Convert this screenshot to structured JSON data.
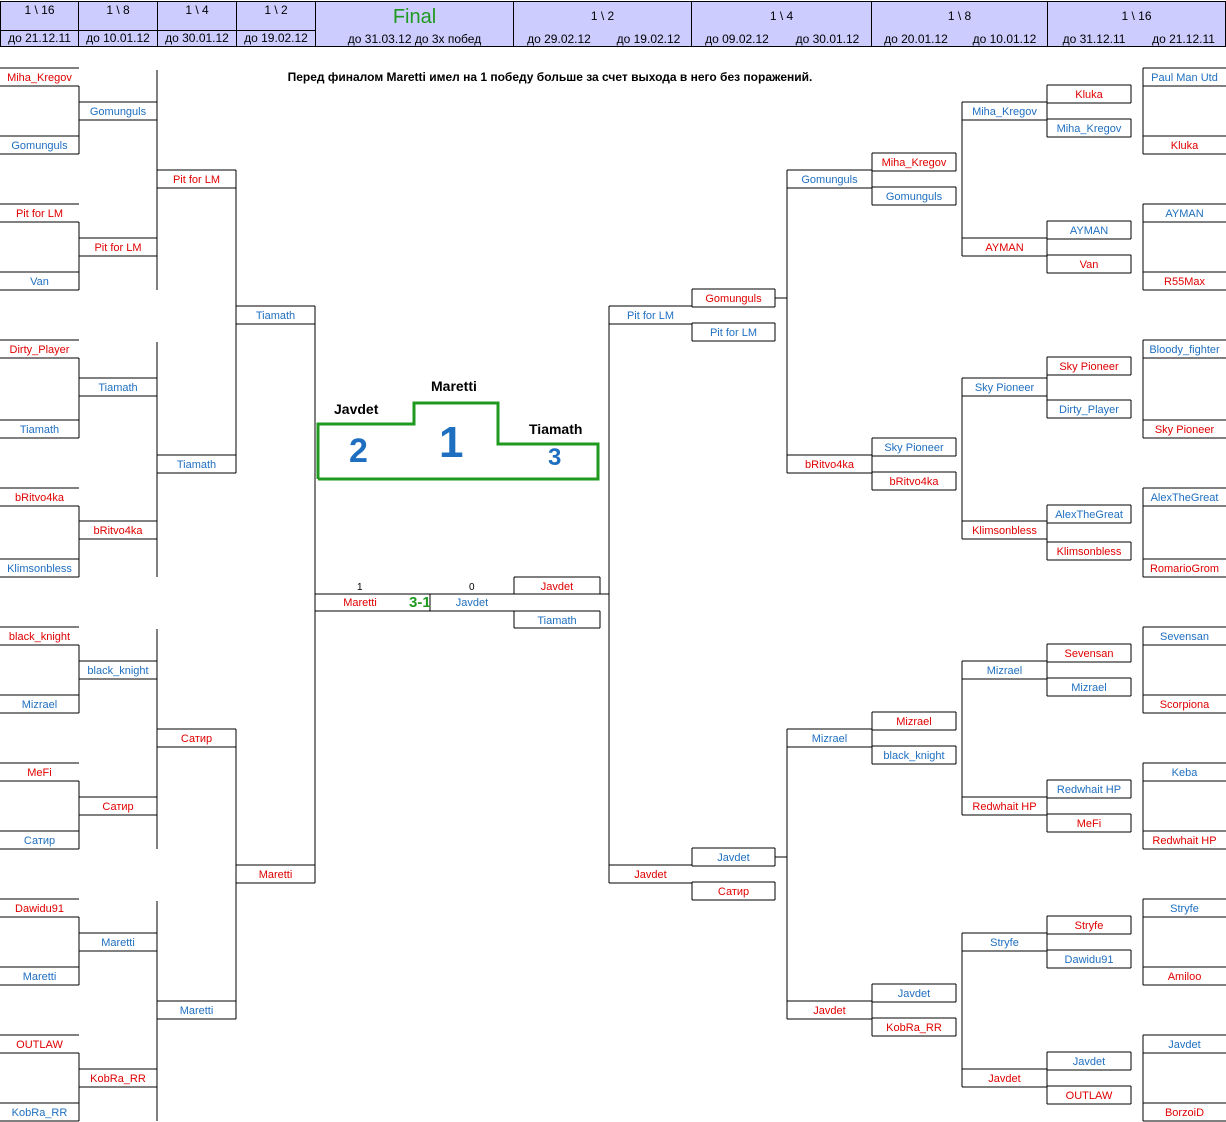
{
  "header": {
    "left_rounds": [
      {
        "round": "1 \\ 16",
        "date": "до 21.12.11"
      },
      {
        "round": "1 \\ 8",
        "date": "до 10.01.12"
      },
      {
        "round": "1 \\ 4",
        "date": "до 30.01.12"
      },
      {
        "round": "1 \\ 2",
        "date": "до 19.02.12"
      }
    ],
    "final": {
      "title": "Final",
      "date": "до 31.03.12 до 3х побед"
    },
    "right_rounds": [
      {
        "round": "1 \\ 2",
        "dates": [
          "до 29.02.12",
          "до 19.02.12"
        ]
      },
      {
        "round": "1 \\ 4",
        "dates": [
          "до 09.02.12",
          "до 30.01.12"
        ]
      },
      {
        "round": "1 \\ 8",
        "dates": [
          "до 20.01.12",
          "до 10.01.12"
        ]
      },
      {
        "round": "1 \\ 16",
        "dates": [
          "до 31.12.11",
          "до 21.12.11"
        ]
      }
    ]
  },
  "note": "Перед финалом Maretti имел на 1 победу больше за счет выхода в него без поражений.",
  "podium": {
    "first": {
      "name": "Maretti",
      "place": "1"
    },
    "second": {
      "name": "Javdet",
      "place": "2"
    },
    "third": {
      "name": "Tiamath",
      "place": "3"
    }
  },
  "final_match": {
    "left_player": "Maretti",
    "left_score": "1",
    "right_player": "Javdet",
    "right_score": "0",
    "result": "3-1"
  },
  "third_place_match": {
    "top": "Javdet",
    "bottom": "Tiamath"
  },
  "left_bracket": {
    "r16": [
      "Miha_Kregov",
      "Gomunguls",
      "Pit for LM",
      "Van",
      "Dirty_Player",
      "Tiamath",
      "bRitvo4ka",
      "Klimsonbless",
      "black_knight",
      "Mizrael",
      "MeFi",
      "Сатир",
      "Dawidu91",
      "Maretti",
      "OUTLAW",
      "KobRa_RR"
    ],
    "r8": [
      "Gomunguls",
      "Pit for LM",
      "Tiamath",
      "bRitvo4ka",
      "black_knight",
      "Сатир",
      "Maretti",
      "KobRa_RR"
    ],
    "r4": [
      "Pit for LM",
      "Tiamath",
      "Сатир",
      "Maretti"
    ],
    "r2": [
      "Tiamath",
      "Maretti"
    ]
  },
  "right_bracket": {
    "r16": [
      "Paul Man Utd",
      "Kluka",
      "AYMAN",
      "R55Max",
      "Bloody_fighter",
      "Sky Pioneer",
      "AlexTheGreat",
      "RomarioGrom",
      "Sevensan",
      "Scorpiona",
      "Keba",
      "Redwhait HP",
      "Stryfe",
      "Amiloo",
      "Javdet",
      "BorzoiD"
    ],
    "r8w": [
      "Kluka",
      "Miha_Kregov",
      "AYMAN",
      "Van",
      "Sky Pioneer",
      "Dirty_Player",
      "AlexTheGreat",
      "Klimsonbless",
      "Sevensan",
      "Mizrael",
      "Redwhait HP",
      "MeFi",
      "Stryfe",
      "Dawidu91",
      "Javdet",
      "OUTLAW"
    ],
    "r8": [
      "Miha_Kregov",
      "AYMAN",
      "Sky Pioneer",
      "Klimsonbless",
      "Mizrael",
      "Redwhait HP",
      "Stryfe",
      "Javdet"
    ],
    "r4w": [
      "Miha_Kregov",
      "Gomunguls",
      "Sky Pioneer",
      "bRitvo4ka",
      "Mizrael",
      "black_knight",
      "Javdet",
      "KobRa_RR"
    ],
    "r4": [
      "Gomunguls",
      "bRitvo4ka",
      "Mizrael",
      "Javdet"
    ],
    "r2w": [
      "Gomunguls",
      "Pit for LM",
      "Javdet",
      "Сатир"
    ],
    "r2": [
      "Pit for LM",
      "Javdet"
    ]
  }
}
